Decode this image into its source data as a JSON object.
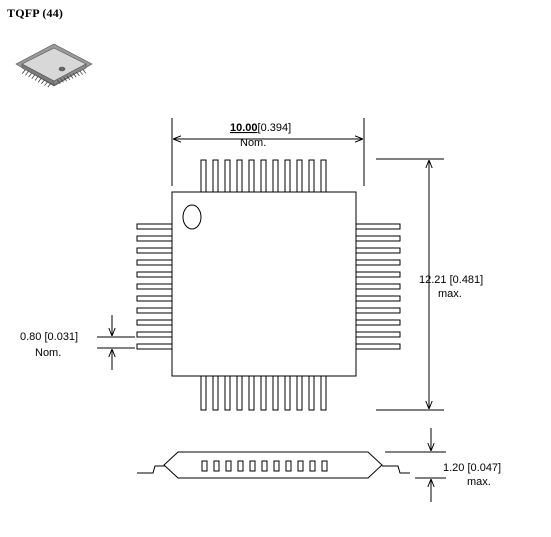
{
  "package": {
    "title": "TQFP (44)",
    "thumbnail_icon": "tqfp-chip-icon"
  },
  "dimensions": {
    "body_width": {
      "value": "10.00",
      "inch": "[0.394]",
      "qualifier": "Nom."
    },
    "overall_height": {
      "text": "12.21 [0.481]",
      "qualifier": "max."
    },
    "pin_pitch": {
      "text": "0.80 [0.031]",
      "qualifier": "Nom."
    },
    "thickness": {
      "text": "1.20 [0.047]",
      "qualifier": "max."
    }
  },
  "pins": {
    "per_side": 11
  },
  "colors": {
    "line": "#000000",
    "background": "#ffffff"
  }
}
